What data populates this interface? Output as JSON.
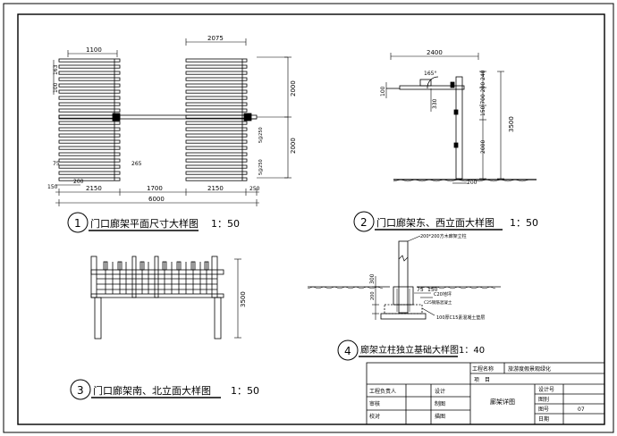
{
  "views": [
    {
      "circle": "1",
      "title": "门口廊架平面尺寸大样图",
      "scale": "1：50"
    },
    {
      "circle": "2",
      "title": "门口廊架东、西立面大样图",
      "scale": "1：50"
    },
    {
      "circle": "3",
      "title": "门口廊架南、北立面大样图",
      "scale": "1：50"
    },
    {
      "circle": "4",
      "title": "廊架立柱独立基础大样图",
      "scale": "1：40"
    }
  ],
  "plan_dims": {
    "top_left": "1100",
    "top_right": "2075",
    "left_100": "100",
    "left_163": "163",
    "d75": "75",
    "d265": "265",
    "d150": "150",
    "d200": "200",
    "bottom": [
      "2150",
      "1700",
      "2150",
      "250"
    ],
    "total": "6000",
    "right_2000a": "2000",
    "right_2000b": "2000",
    "col_label": "5@250"
  },
  "ew_dims": {
    "top": "2400",
    "angle": "165°",
    "d100": "100",
    "d330": "330",
    "stack": "150 700 200 240",
    "d2000": "2000",
    "d3500": "3500",
    "d200": "200"
  },
  "ns_dims": {
    "height": "3500"
  },
  "foundation": {
    "post": "200*200方木廊架立柱",
    "dims": [
      "300",
      "75",
      "150",
      "200"
    ],
    "c20": "C20地坪",
    "note1": "C25钢筋混凝土",
    "note2": "100厚C15素混凝土垫层"
  },
  "titleblock": {
    "project_name_label": "工程名称",
    "project_name_value": "旅游度假景观绿化",
    "item_label": "项　目",
    "owner_label": "工程负责人",
    "review_label": "审核",
    "check_label": "校对",
    "design_label": "设计",
    "draw_label": "制图",
    "trace_label": "描图",
    "drawing_name": "廊架详图",
    "design_no_label": "设计号",
    "drawing_cat_label": "图别",
    "drawing_no_label": "图号",
    "drawing_no_value": "07",
    "date_label": "日期"
  }
}
